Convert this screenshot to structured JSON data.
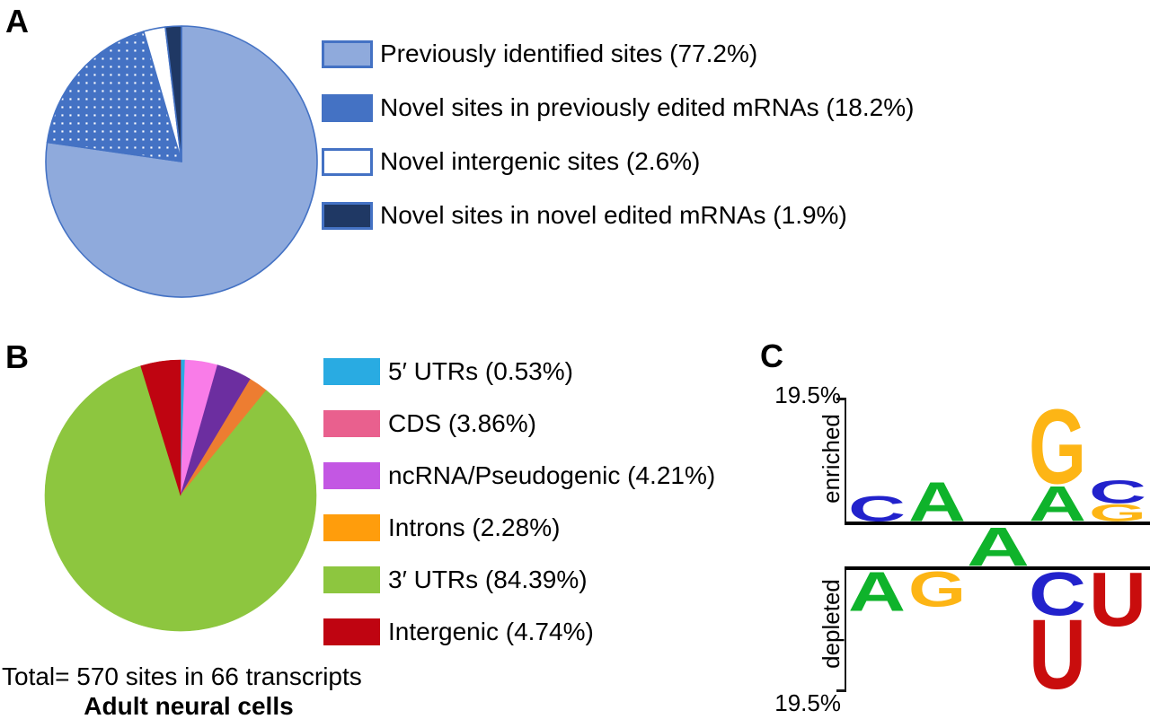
{
  "figure": {
    "background": "#ffffff"
  },
  "panels": {
    "a": {
      "label": "A",
      "legend": [
        {
          "label": "Previously identified sites (77.2%)",
          "swatch_style": "solid",
          "color": "#8FAADC",
          "border": "#4472C4"
        },
        {
          "label": "Novel sites in previously edited mRNAs (18.2%)",
          "swatch_style": "dotted",
          "color": "#4472C4",
          "border": "#4472C4",
          "dot_color": "#FFFFFF"
        },
        {
          "label": "Novel intergenic sites (2.6%)",
          "swatch_style": "solid",
          "color": "#FFFFFF",
          "border": "#4472C4"
        },
        {
          "label": "Novel sites in novel edited mRNAs (1.9%)",
          "swatch_style": "solid",
          "color": "#1F3864",
          "border": "#4472C4"
        }
      ]
    },
    "b": {
      "label": "B",
      "legend": [
        {
          "label": "5′ UTRs (0.53%)",
          "color": "#29ABE2"
        },
        {
          "label": "CDS (3.86%)",
          "color": "#E9608E"
        },
        {
          "label": "ncRNA/Pseudogenic (4.21%)",
          "color": "#C357E3"
        },
        {
          "label": "Introns (2.28%)",
          "color": "#FF9D0C"
        },
        {
          "label": "3′ UTRs (84.39%)",
          "color": "#8DC63F"
        },
        {
          "label": "Intergenic (4.74%)",
          "color": "#BF0411"
        }
      ],
      "caption_line1": "Total= 570 sites in 66 transcripts",
      "caption_line2": "Adult neural cells"
    },
    "c": {
      "label": "C",
      "y_top_label": "19.5%",
      "y_bottom_label": "19.5%",
      "axis_top_label": "enriched",
      "axis_bottom_label": "depleted"
    }
  },
  "chart_data": [
    {
      "type": "pie",
      "panel": "A",
      "title": "RNA editing sites by novelty",
      "categories": [
        "Previously identified sites",
        "Novel sites in previously edited mRNAs",
        "Novel intergenic sites",
        "Novel sites in novel edited mRNAs"
      ],
      "values": [
        77.2,
        18.2,
        2.6,
        1.9
      ],
      "colors": [
        "#8FAADC",
        "dots",
        "#FFFFFF",
        "#1F3864"
      ],
      "dot_pattern": {
        "base": "#4472C4",
        "dot": "#FFFFFF"
      },
      "stroke": "#4472C4",
      "start_angle_deg": 0,
      "direction": "clockwise",
      "legend_position": "right"
    },
    {
      "type": "pie",
      "panel": "B",
      "title": "Editing sites by genomic feature",
      "categories": [
        "5′ UTRs",
        "CDS",
        "ncRNA/Pseudogenic",
        "Introns",
        "3′ UTRs",
        "Intergenic"
      ],
      "values": [
        0.53,
        3.86,
        4.21,
        2.28,
        84.39,
        4.74
      ],
      "colors": [
        "#29ABE2",
        "#F97CE8",
        "#6C2EA0",
        "#ED7D31",
        "#8DC63F",
        "#BF0411"
      ],
      "stroke": "none",
      "start_angle_deg": 0,
      "direction": "clockwise",
      "note": "Total= 570 sites in 66 transcripts",
      "subtitle": "Adult neural cells",
      "legend_position": "right"
    },
    {
      "type": "sequence_logo",
      "panel": "C",
      "ylim_pct": 19.5,
      "y_axis_unit": "%",
      "halves": [
        "enriched",
        "depleted"
      ],
      "letter_colors": {
        "A": "#0FB32B",
        "C": "#2222CC",
        "G": "#FDB515",
        "U": "#C90D0D"
      },
      "center_site": {
        "position": 3,
        "letter": "A"
      },
      "enriched": [
        {
          "position": 1,
          "stack": [
            {
              "letter": "C",
              "pct": 4.2
            }
          ]
        },
        {
          "position": 2,
          "stack": [
            {
              "letter": "A",
              "pct": 6.5
            }
          ]
        },
        {
          "position": 4,
          "stack": [
            {
              "letter": "A",
              "pct": 5.8
            },
            {
              "letter": "G",
              "pct": 12.4
            }
          ]
        },
        {
          "position": 5,
          "stack": [
            {
              "letter": "G",
              "pct": 2.8
            },
            {
              "letter": "C",
              "pct": 3.8
            }
          ]
        }
      ],
      "depleted": [
        {
          "position": 1,
          "stack": [
            {
              "letter": "A",
              "pct": 6.5
            }
          ]
        },
        {
          "position": 2,
          "stack": [
            {
              "letter": "G",
              "pct": 5.8
            }
          ]
        },
        {
          "position": 4,
          "stack": [
            {
              "letter": "C",
              "pct": 7.2
            },
            {
              "letter": "U",
              "pct": 11.6
            }
          ]
        },
        {
          "position": 5,
          "stack": [
            {
              "letter": "U",
              "pct": 8.9
            }
          ]
        }
      ]
    }
  ]
}
